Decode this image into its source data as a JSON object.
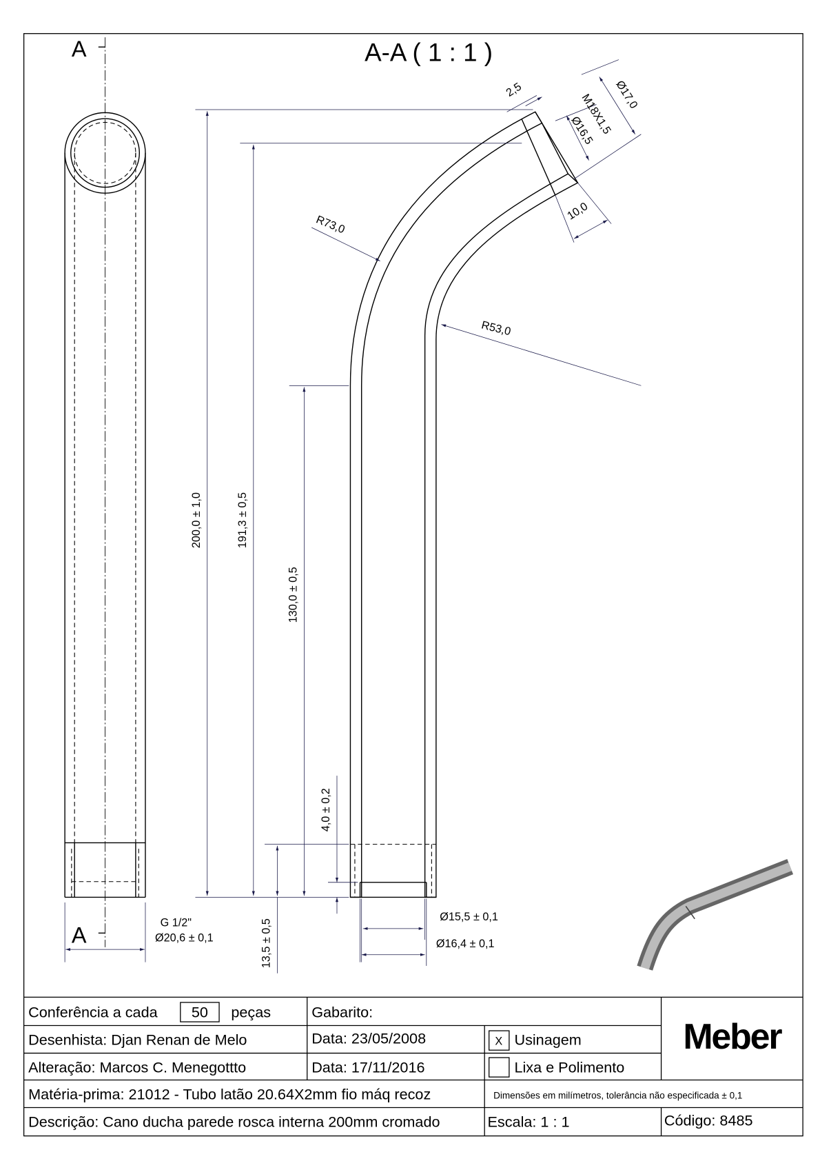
{
  "drawing": {
    "section_title": "A-A  ( 1 : 1 )",
    "section_marker": "A",
    "section_marker_bottom": "A",
    "dims": {
      "wall_thickness": "2,5",
      "thread": "M18X1,5",
      "dia_16_5": "Ø16,5",
      "dia_17": "Ø17,0",
      "thread_length": "10,0",
      "outer_radius": "R73,0",
      "inner_radius": "R53,0",
      "total_height": "200,0 ± 1,0",
      "height_191": "191,3 ± 0,5",
      "straight_length": "130,0 ± 0,5",
      "step_4": "4,0 ± 0,2",
      "thread_depth": "13,5 ± 0,5",
      "dia_15_5": "Ø15,5 ± 0,1",
      "dia_16_4": "Ø16,4 ± 0,1",
      "thread_g": "G 1/2\"",
      "dia_20_6": "Ø20,6 ± 0,1"
    },
    "hatch_color": "#2e8b2e",
    "dim_color": "#1a1a4a"
  },
  "title_block": {
    "conferencia_label": "Conferência a cada",
    "conferencia_value": "50",
    "conferencia_unit": "peças",
    "gabarito": "Gabarito:",
    "desenhista": "Desenhista: Djan Renan de Melo",
    "data1": "Data: 23/05/2008",
    "usinagem_check": "X",
    "usinagem": "Usinagem",
    "alteracao": "Alteração: Marcos C. Menegottto",
    "data2": "Data: 17/11/2016",
    "lixa": "Lixa e Polimento",
    "materia": "Matéria-prima: 21012 - Tubo latão 20.64X2mm fio máq recoz",
    "nota": "Dimensões em milímetros, tolerância não especificada ± 0,1",
    "descricao": "Descrição: Cano ducha parede rosca interna 200mm cromado",
    "escala": "Escala: 1 : 1",
    "codigo": "Código: 8485",
    "logo": "Meber"
  }
}
